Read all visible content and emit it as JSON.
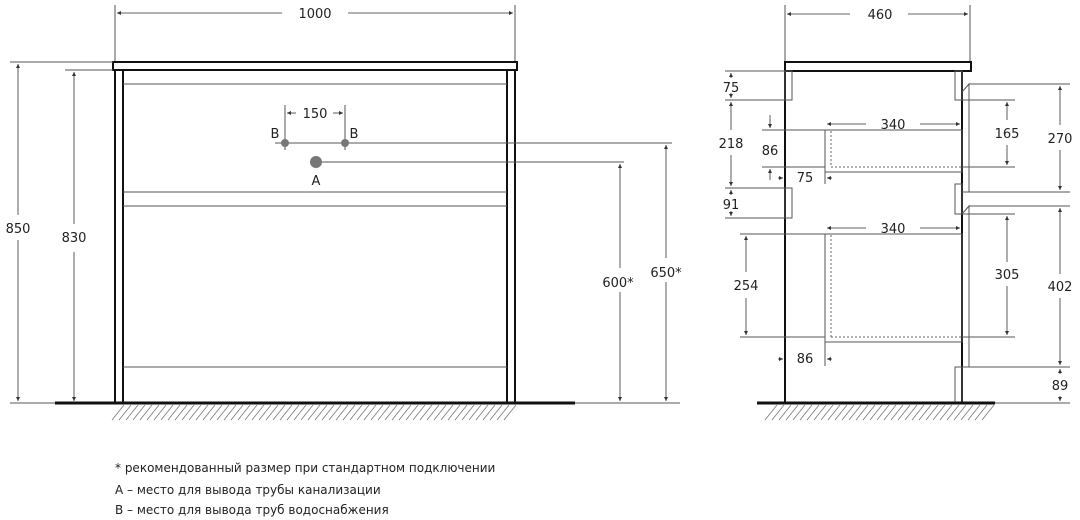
{
  "front_view": {
    "width": "1000",
    "height_total": "850",
    "height_body": "830",
    "pipe_spacing": "150",
    "label_b_left": "B",
    "label_b_right": "B",
    "label_a": "A",
    "height_a": "600*",
    "height_b": "650*"
  },
  "side_view": {
    "depth": "460",
    "left": [
      "75",
      "218",
      "91",
      "86",
      "75",
      "254",
      "86"
    ],
    "drawer_top_depth": "340",
    "drawer_bottom_depth": "340",
    "right": [
      "165",
      "270",
      "305",
      "402",
      "89"
    ]
  },
  "notes": [
    "* рекомендованный размер при стандартном подключении",
    "A – место для вывода трубы канализации",
    "B – место для вывода труб водоснабжения"
  ],
  "colors": {
    "line": "#111111",
    "pipe": "#777777"
  }
}
